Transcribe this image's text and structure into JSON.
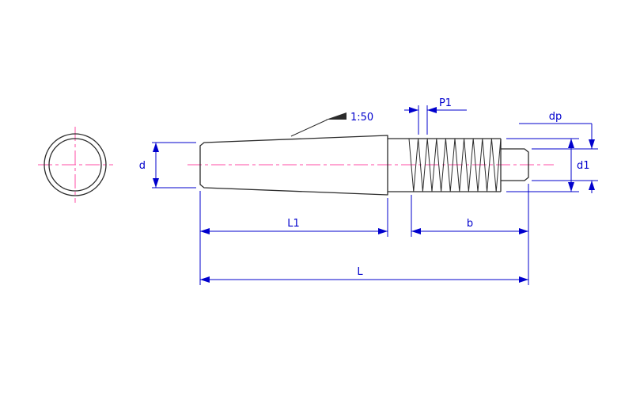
{
  "drawing": {
    "taper_label": "1:50",
    "labels": {
      "d": "d",
      "l1": "L1",
      "b": "b",
      "l": "L",
      "p1": "P1",
      "dp": "dp",
      "d1": "d1"
    }
  },
  "colors": {
    "outline": "#2b2b2b",
    "dimension": "#0000cd",
    "centerline": "#ff4da6",
    "background": "#ffffff"
  }
}
